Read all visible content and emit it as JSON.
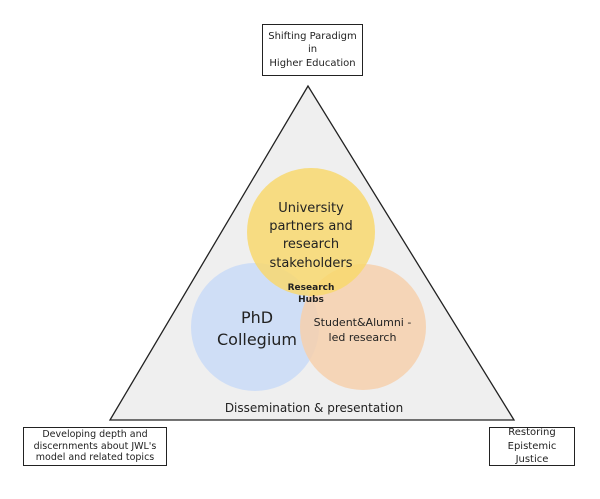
{
  "corners": {
    "top": "Shifting Paradigm in\nHigher Education",
    "bottom_left": "Developing depth and\ndiscernments about JWL's\nmodel and related topics",
    "bottom_right": "Restoring\nEpistemic Justice"
  },
  "circles": {
    "university": "University\npartners and\nresearch\nstakeholders",
    "phd": "PhD\nCollegium",
    "student": "Student&Alumni -\nled research"
  },
  "center_label": "Research\nHubs",
  "base_label": "Dissemination & presentation",
  "colors": {
    "triangle_fill": "#efefef",
    "university_circle": "#f9d86a",
    "phd_circle": "#c9dbf7",
    "student_circle": "#f6d0ad"
  }
}
